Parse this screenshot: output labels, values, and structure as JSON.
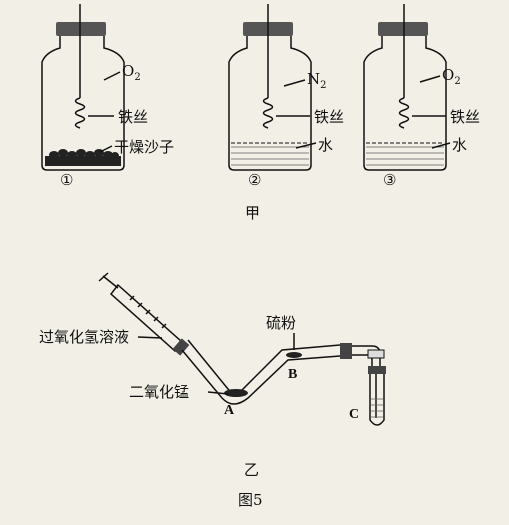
{
  "figure_caption": "图5",
  "part_jia": {
    "caption": "甲"
  },
  "part_yi": {
    "caption": "乙"
  },
  "bottles": [
    {
      "number": "①",
      "gas": "O",
      "gas_sub": "2",
      "wire_label": "铁丝",
      "bottom_label": "干燥沙子"
    },
    {
      "number": "②",
      "gas": "N",
      "gas_sub": "2",
      "wire_label": "铁丝",
      "bottom_label": "水"
    },
    {
      "number": "③",
      "gas": "O",
      "gas_sub": "2",
      "wire_label": "铁丝",
      "bottom_label": "水"
    }
  ],
  "apparatus_yi": {
    "syringe_label": "过氧化氢溶液",
    "catalyst_label": "二氧化锰",
    "point_a": "A",
    "sulfur_label": "硫粉",
    "point_b": "B",
    "point_c": "C"
  }
}
